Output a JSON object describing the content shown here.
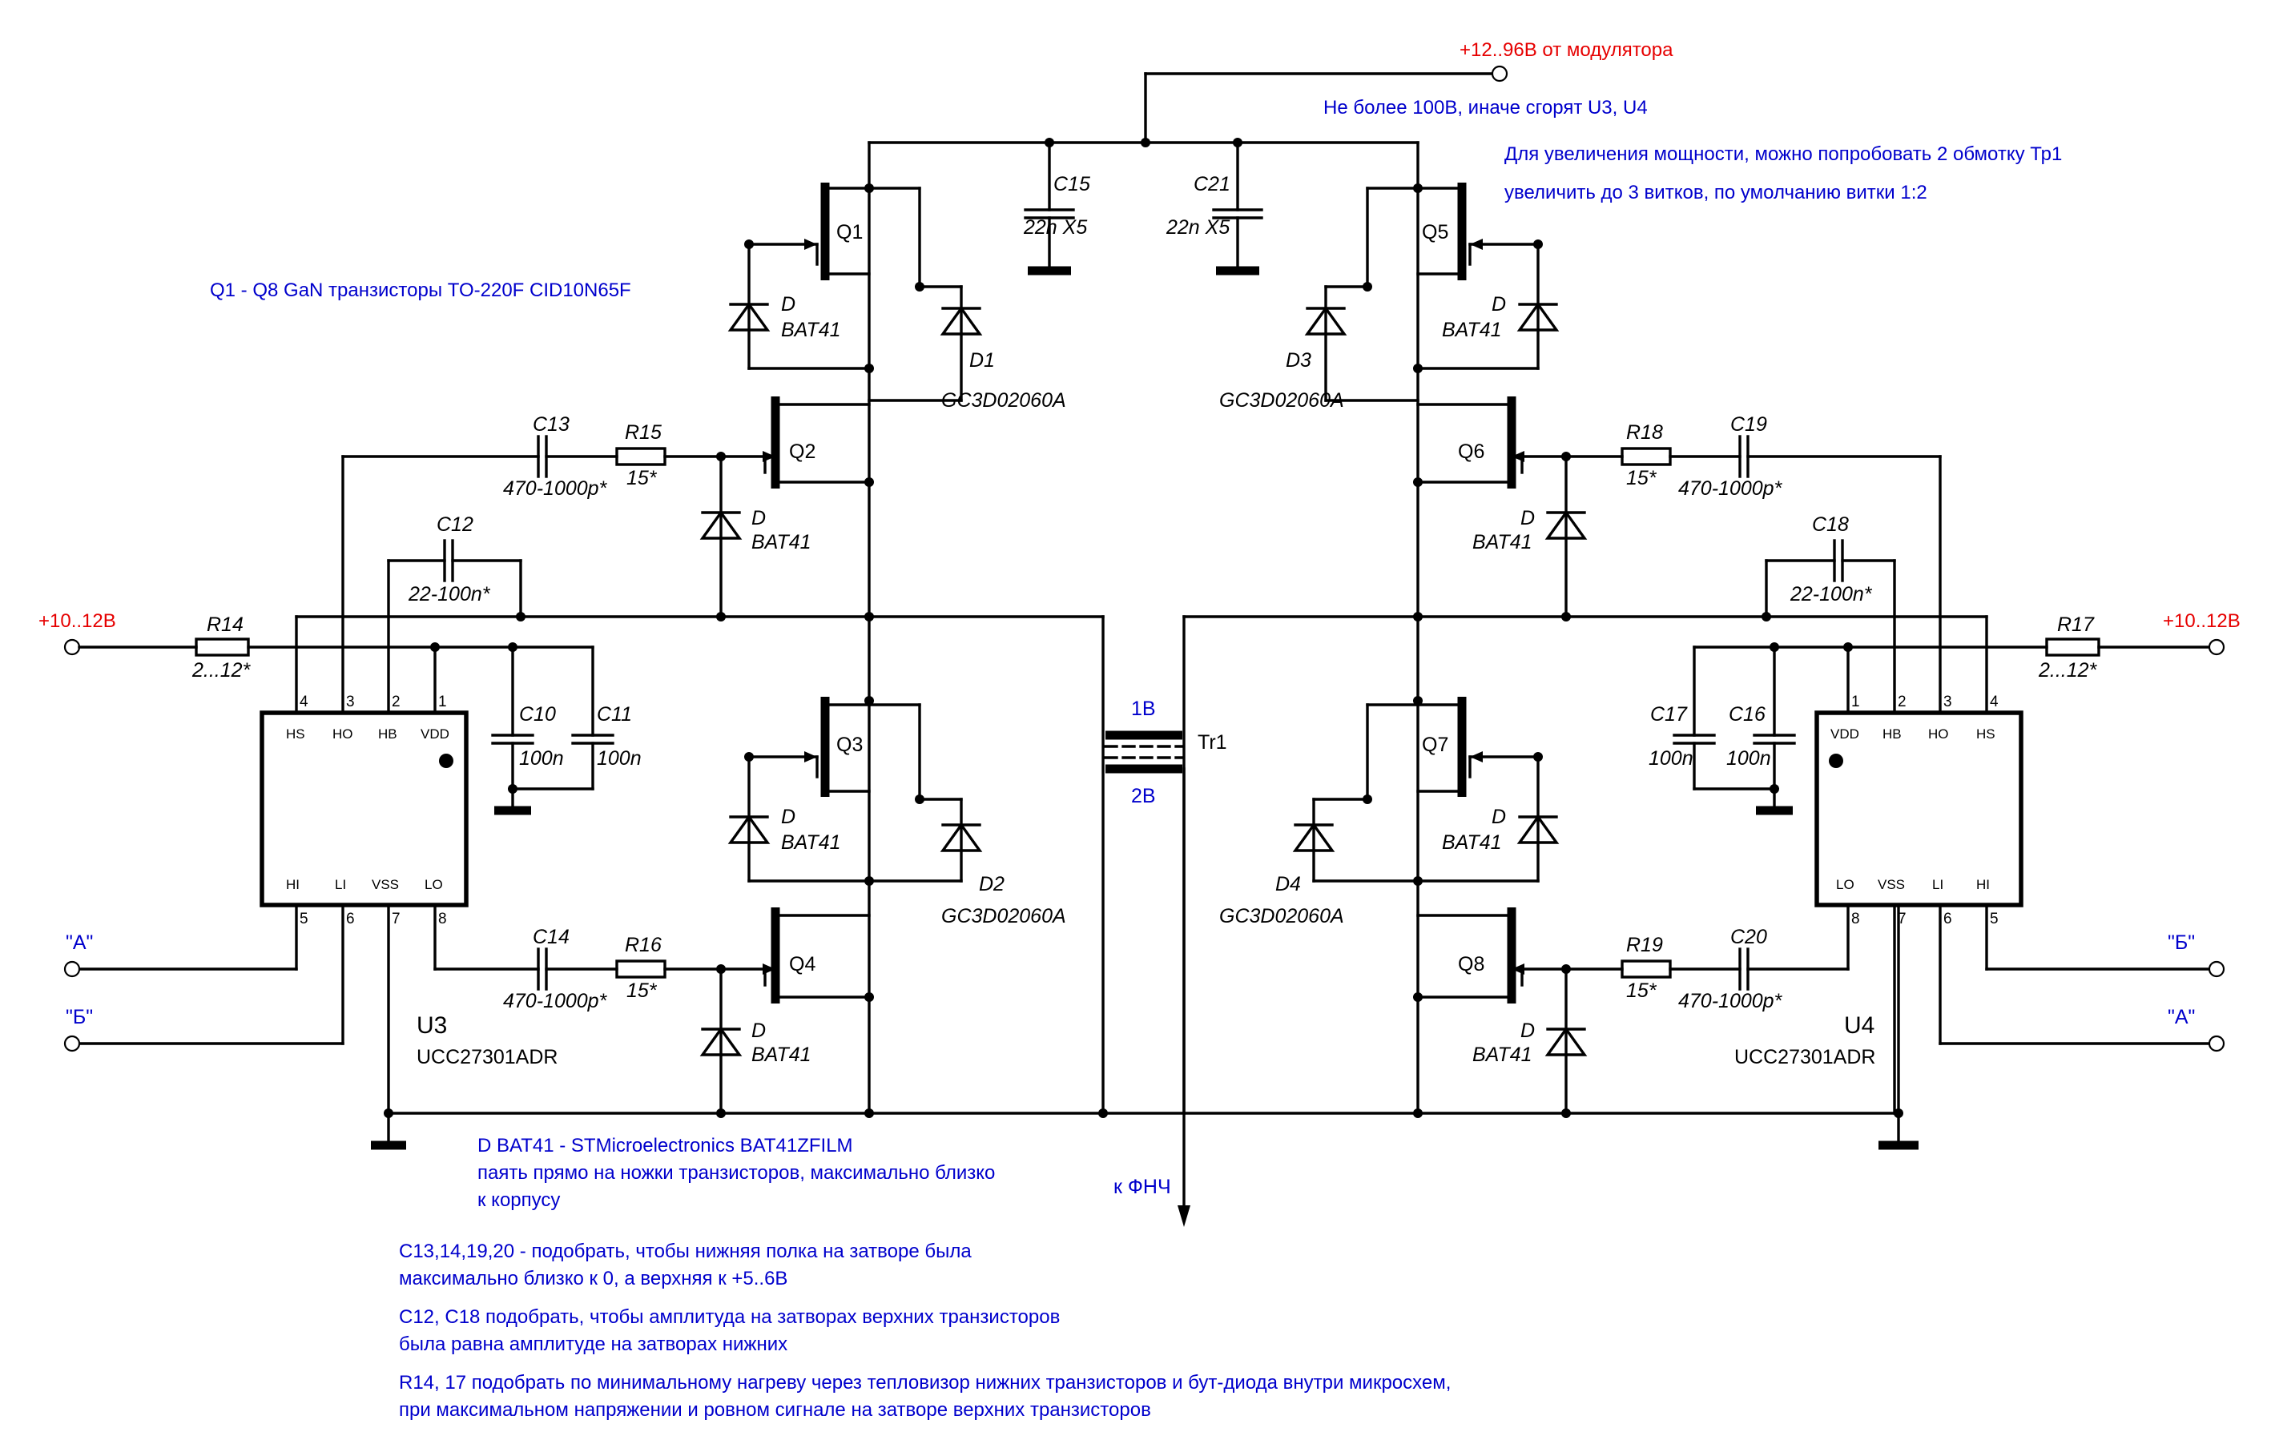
{
  "notes": {
    "supply_in": "+12..96В от модулятора",
    "max_voltage": "Не более 100В, иначе сгорят U3, U4",
    "power_hint_1": "Для увеличения мощности, можно попробовать 2 обмотку Тр1",
    "power_hint_2": "увеличить до 3 витков, по умолчанию витки 1:2",
    "transistors": "Q1 - Q8 GaN транзисторы TO-220F CID10N65F",
    "diode_1": "D BAT41 - STMicroelectronics BAT41ZFILM",
    "diode_2": "паять прямо на ножки транзисторов, максимально близко",
    "diode_3": "к корпусу",
    "cap_1": "C13,14,19,20 - подобрать, чтобы нижняя полка на затворе была",
    "cap_2": "максимально близко к 0, а верхняя к +5..6В",
    "cap_3": "C12, C18 подобрать, чтобы амплитуда на затворах верхних транзисторов",
    "cap_4": "была равна амплитуде на затворах нижних",
    "res_1": "R14, 17 подобрать по минимальному нагреву через тепловизор нижних транзисторов и бут-диода внутри микросхем,",
    "res_2": "при максимальном напряжении и ровном сигнале на затворе верхних транзисторов"
  },
  "supplies": {
    "left": "+10..12В",
    "right": "+10..12В"
  },
  "outputs": {
    "lpf": "к ФНЧ"
  },
  "inputs": {
    "a_left": "\"А\"",
    "b_left": "\"Б\"",
    "b_right": "\"Б\"",
    "a_right": "\"А\""
  },
  "transformer": {
    "name": "Tr1",
    "winding1": "1В",
    "winding2": "2В"
  },
  "chips": [
    {
      "ref": "U3",
      "part": "UCC27301ADR",
      "top_pins": [
        {
          "num": "4",
          "name": "HS"
        },
        {
          "num": "3",
          "name": "HO"
        },
        {
          "num": "2",
          "name": "HB"
        },
        {
          "num": "1",
          "name": "VDD"
        }
      ],
      "bottom_pins": [
        {
          "num": "5",
          "name": "HI"
        },
        {
          "num": "6",
          "name": "LI"
        },
        {
          "num": "7",
          "name": "VSS"
        },
        {
          "num": "8",
          "name": "LO"
        }
      ]
    },
    {
      "ref": "U4",
      "part": "UCC27301ADR",
      "top_pins": [
        {
          "num": "1",
          "name": "VDD"
        },
        {
          "num": "2",
          "name": "HB"
        },
        {
          "num": "3",
          "name": "HO"
        },
        {
          "num": "4",
          "name": "HS"
        }
      ],
      "bottom_pins": [
        {
          "num": "8",
          "name": "LO"
        },
        {
          "num": "7",
          "name": "VSS"
        },
        {
          "num": "6",
          "name": "LI"
        },
        {
          "num": "5",
          "name": "HI"
        }
      ]
    }
  ],
  "transistors": [
    "Q1",
    "Q2",
    "Q3",
    "Q4",
    "Q5",
    "Q6",
    "Q7",
    "Q8"
  ],
  "diodes": {
    "ref": "D",
    "part": "BAT41",
    "sic": [
      "D1",
      "D2",
      "D3",
      "D4"
    ],
    "sic_part": "GC3D02060A"
  },
  "capacitors": {
    "C15": {
      "ref": "C15",
      "value": "22n X5"
    },
    "C21": {
      "ref": "C21",
      "value": "22n X5"
    },
    "C13": {
      "ref": "C13",
      "value": "470-1000p*"
    },
    "C14": {
      "ref": "C14",
      "value": "470-1000p*"
    },
    "C19": {
      "ref": "C19",
      "value": "470-1000p*"
    },
    "C20": {
      "ref": "C20",
      "value": "470-1000p*"
    },
    "C12": {
      "ref": "C12",
      "value": "22-100n*"
    },
    "C18": {
      "ref": "C18",
      "value": "22-100n*"
    },
    "C10": {
      "ref": "C10",
      "value": "100n"
    },
    "C11": {
      "ref": "C11",
      "value": "100n"
    },
    "C16": {
      "ref": "C16",
      "value": "100n"
    },
    "C17": {
      "ref": "C17",
      "value": "100n"
    }
  },
  "resistors": {
    "R14": {
      "ref": "R14",
      "value": "2...12*"
    },
    "R15": {
      "ref": "R15",
      "value": "15*"
    },
    "R16": {
      "ref": "R16",
      "value": "15*"
    },
    "R17": {
      "ref": "R17",
      "value": "2...12*"
    },
    "R18": {
      "ref": "R18",
      "value": "15*"
    },
    "R19": {
      "ref": "R19",
      "value": "15*"
    }
  }
}
